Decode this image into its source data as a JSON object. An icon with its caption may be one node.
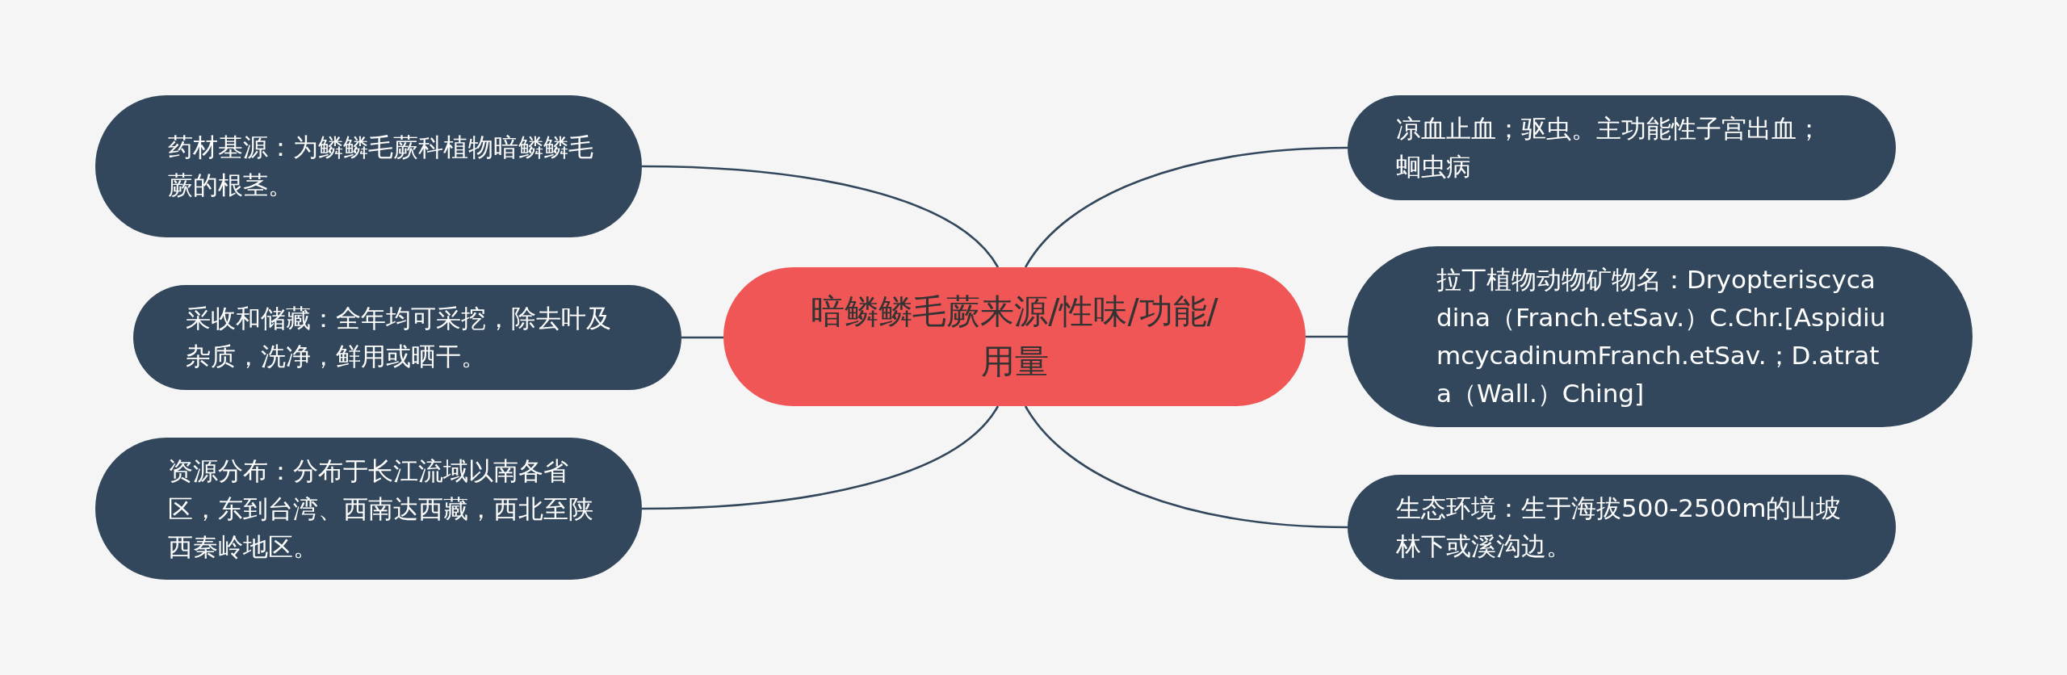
{
  "diagram": {
    "nodes": [
      {
        "text": [
          "暗鳞鳞毛蕨来源/性味/功能/用量"
        ]
      },
      {
        "text": [
          "药材基源：为鳞鳞毛蕨科植物暗鳞鳞毛蕨的根茎。"
        ]
      },
      {
        "text": [
          "采收和储藏：全年均可采挖，除去叶及杂质，洗净，鲜用或晒干。"
        ]
      },
      {
        "text": [
          "资源分布：分布于长江流域以南各省区，东到台湾、西南达西藏，西北至陕西秦岭地区。"
        ]
      },
      {
        "text": [
          "凉血止血；驱虫。主功能性子宫出血；蛔虫病"
        ]
      },
      {
        "text": [
          "拉丁植物动物矿物名：Dryopteriscycadina（Franch.etSav.）C.Chr.[AspidiumcycadinumFranch.etSav.；D.atrata（Wall.）Ching]"
        ]
      },
      {
        "text": [
          "生态环境：生于海拔500-2500m的山坡林下或溪沟边。"
        ]
      }
    ],
    "edges": [
      {
        "from": 0,
        "to": 1,
        "arrow": "none"
      },
      {
        "from": 0,
        "to": 2,
        "arrow": "none"
      },
      {
        "from": 0,
        "to": 3,
        "arrow": "none"
      },
      {
        "from": 0,
        "to": 4,
        "arrow": "none"
      },
      {
        "from": 0,
        "to": 5,
        "arrow": "none"
      },
      {
        "from": 0,
        "to": 6,
        "arrow": "none"
      }
    ]
  }
}
